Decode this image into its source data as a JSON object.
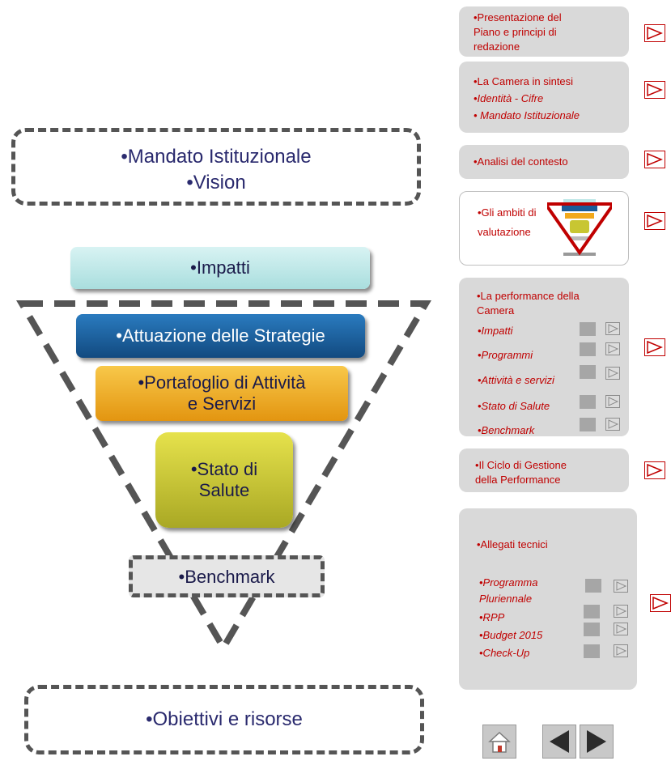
{
  "left": {
    "top_box": {
      "line1": "•Mandato Istituzionale",
      "line2": "•Vision"
    },
    "impatti": "•Impatti",
    "attuazione": "•Attuazione delle Strategie",
    "portafoglio": {
      "line1": "•Portafoglio di Attività",
      "line2": "e Servizi"
    },
    "stato": {
      "line1": "•Stato di",
      "line2": "Salute"
    },
    "benchmark": "•Benchmark",
    "bottom_box": "•Obiettivi  e risorse"
  },
  "colors": {
    "impatti": "#bfe8e8",
    "attuazione": "#1a5c99",
    "portafoglio": "#f2a91c",
    "stato": "#c8c632",
    "accent_red": "#c00000",
    "dash": "#555555"
  },
  "nav": {
    "presentazione": {
      "line1": "•Presentazione del",
      "line2": "Piano e principi di",
      "line3": "redazione"
    },
    "camera": {
      "title": "•La Camera in sintesi",
      "item1": "•Identità  - Cifre",
      "item2": "• Mandato Istituzionale"
    },
    "analisi": "•Analisi del contesto",
    "ambiti": {
      "line1": "•Gli ambiti di",
      "line2": "valutazione"
    },
    "performance": {
      "line1": "•La performance della",
      "line2": "Camera",
      "items": [
        "•Impatti",
        "•Programmi",
        "•Attività e servizi",
        "•Stato di Salute",
        "•Benchmark"
      ]
    },
    "ciclo": {
      "line1": "•Il Ciclo di Gestione",
      "line2": "della Performance"
    },
    "allegati": {
      "title": "•Allegati tecnici",
      "items": [
        "•Programma",
        "Pluriennale",
        "•RPP",
        "•Budget 2015",
        "•Check-Up"
      ]
    }
  },
  "icons": {
    "home": "home-icon",
    "prev": "triangle-left-icon",
    "next": "triangle-right-icon",
    "go": "play-arrow-icon"
  }
}
